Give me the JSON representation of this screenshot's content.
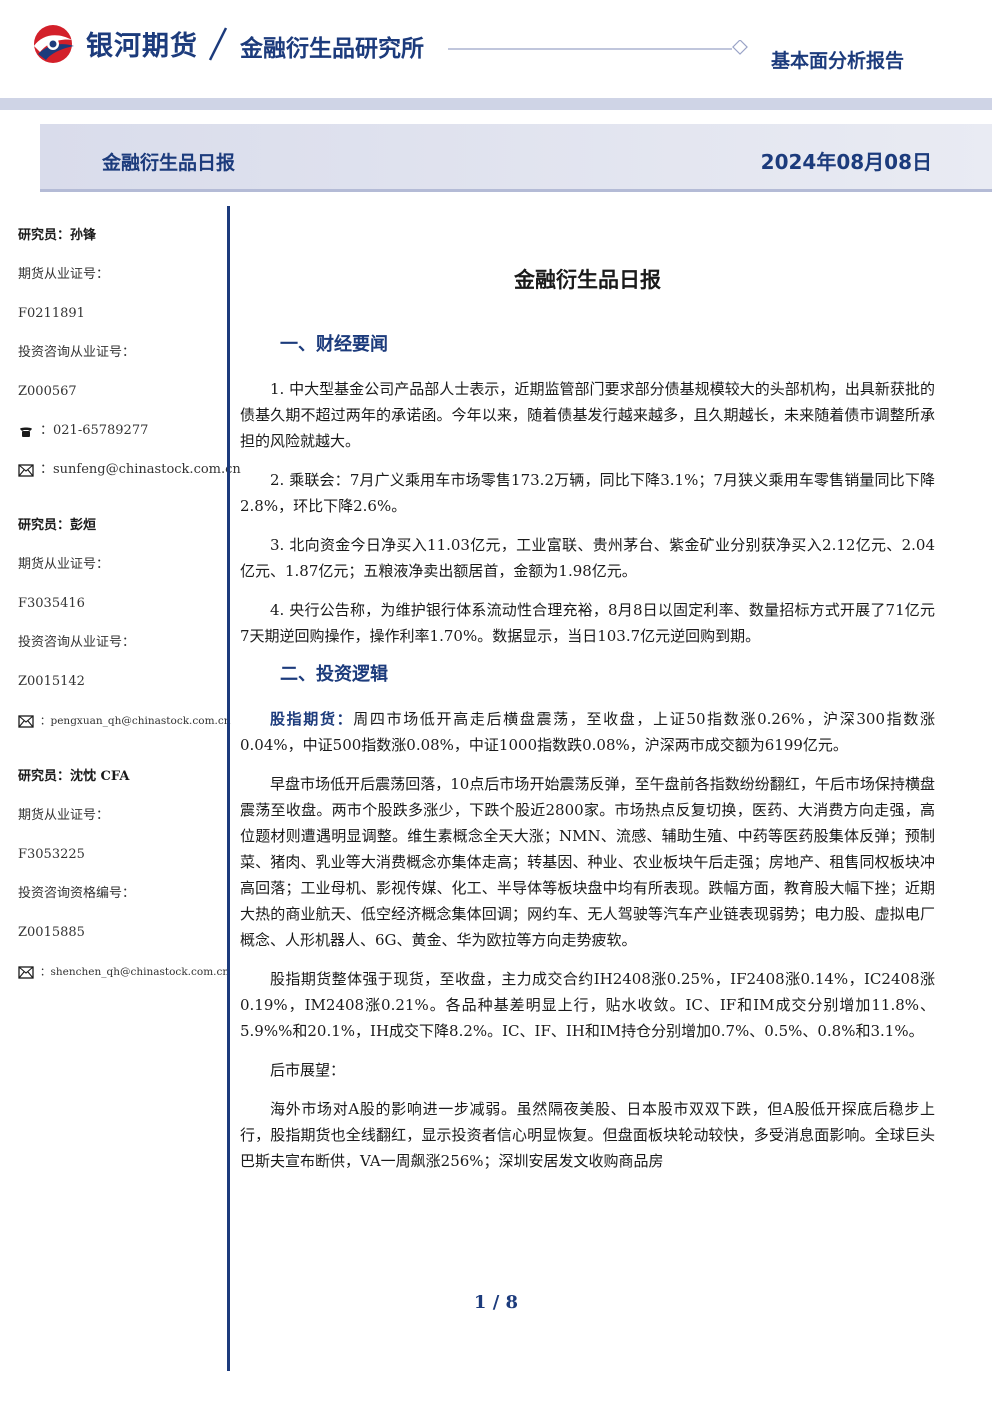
{
  "header": {
    "brand": "银河期货",
    "institute": "金融衍生品研究所",
    "report_type": "基本面分析报告",
    "colors": {
      "brand_blue": "#1c3b7c",
      "logo_red": "#d3202a"
    }
  },
  "banner": {
    "title": "金融衍生品日报",
    "date": "2024年08月08日"
  },
  "analysts": [
    {
      "name": "研究员：孙锋",
      "cert_label": "期货从业证号：",
      "cert": "F0211891",
      "consult_label": "投资咨询从业证号：",
      "consult": "Z000567",
      "phone": "：021-65789277",
      "email": "：sunfeng@chinastock.com.cn"
    },
    {
      "name": "研究员：彭烜",
      "cert_label": "期货从业证号：",
      "cert": "F3035416",
      "consult_label": "投资咨询从业证号：",
      "consult": "Z0015142",
      "email": "：pengxuan_qh@chinastock.com.cn"
    },
    {
      "name": "研究员：沈忱 CFA",
      "cert_label": "期货从业证号：",
      "cert": "F3053225",
      "consult_label": "投资咨询资格编号：",
      "consult": "Z0015885",
      "email": "：shenchen_qh@chinastock.com.cn"
    }
  ],
  "main": {
    "title": "金融衍生品日报",
    "section1": {
      "heading": "一、财经要闻",
      "paragraphs": [
        "1. 中大型基金公司产品部人士表示，近期监管部门要求部分债基规模较大的头部机构，出具新获批的债基久期不超过两年的承诺函。今年以来，随着债基发行越来越多，且久期越长，未来随着债市调整所承担的风险就越大。",
        "2. 乘联会：7月广义乘用车市场零售173.2万辆，同比下降3.1%；7月狭义乘用车零售销量同比下降2.8%，环比下降2.6%。",
        "3. 北向资金今日净买入11.03亿元，工业富联、贵州茅台、紫金矿业分别获净买入2.12亿元、2.04亿元、1.87亿元；五粮液净卖出额居首，金额为1.98亿元。",
        "4. 央行公告称，为维护银行体系流动性合理充裕，8月8日以固定利率、数量招标方式开展了71亿元7天期逆回购操作，操作利率1.70%。数据显示，当日103.7亿元逆回购到期。"
      ]
    },
    "section2": {
      "heading": "二、投资逻辑",
      "lead": "股指期货：",
      "lead_text": "周四市场低开高走后横盘震荡，至收盘，上证50指数涨0.26%，沪深300指数涨0.04%，中证500指数涨0.08%，中证1000指数跌0.08%，沪深两市成交额为6199亿元。",
      "paragraphs": [
        "早盘市场低开后震荡回落，10点后市场开始震荡反弹，至午盘前各指数纷纷翻红，午后市场保持横盘震荡至收盘。两市个股跌多涨少，下跌个股近2800家。市场热点反复切换，医药、大消费方向走强，高位题材则遭遇明显调整。维生素概念全天大涨；NMN、流感、辅助生殖、中药等医药股集体反弹；预制菜、猪肉、乳业等大消费概念亦集体走高；转基因、种业、农业板块午后走强；房地产、租售同权板块冲高回落；工业母机、影视传媒、化工、半导体等板块盘中均有所表现。跌幅方面，教育股大幅下挫；近期大热的商业航天、低空经济概念集体回调；网约车、无人驾驶等汽车产业链表现弱势；电力股、虚拟电厂概念、人形机器人、6G、黄金、华为欧拉等方向走势疲软。",
        "股指期货整体强于现货，至收盘，主力成交合约IH2408涨0.25%，IF2408涨0.14%，IC2408涨0.19%，IM2408涨0.21%。各品种基差明显上行，贴水收敛。IC、IF和IM成交分别增加11.8%、5.9%%和20.1%，IH成交下降8.2%。IC、IF、IH和IM持仓分别增加0.7%、0.5%、0.8%和3.1%。",
        "后市展望：",
        "海外市场对A股的影响进一步减弱。虽然隔夜美股、日本股市双双下跌，但A股低开探底后稳步上行，股指期货也全线翻红，显示投资者信心明显恢复。但盘面板块轮动较快，多受消息面影响。全球巨头巴斯夫宣布断供，VA一周飙涨256%；深圳安居发文收购商品房"
      ]
    }
  },
  "footer": {
    "page": "1 / 8"
  }
}
